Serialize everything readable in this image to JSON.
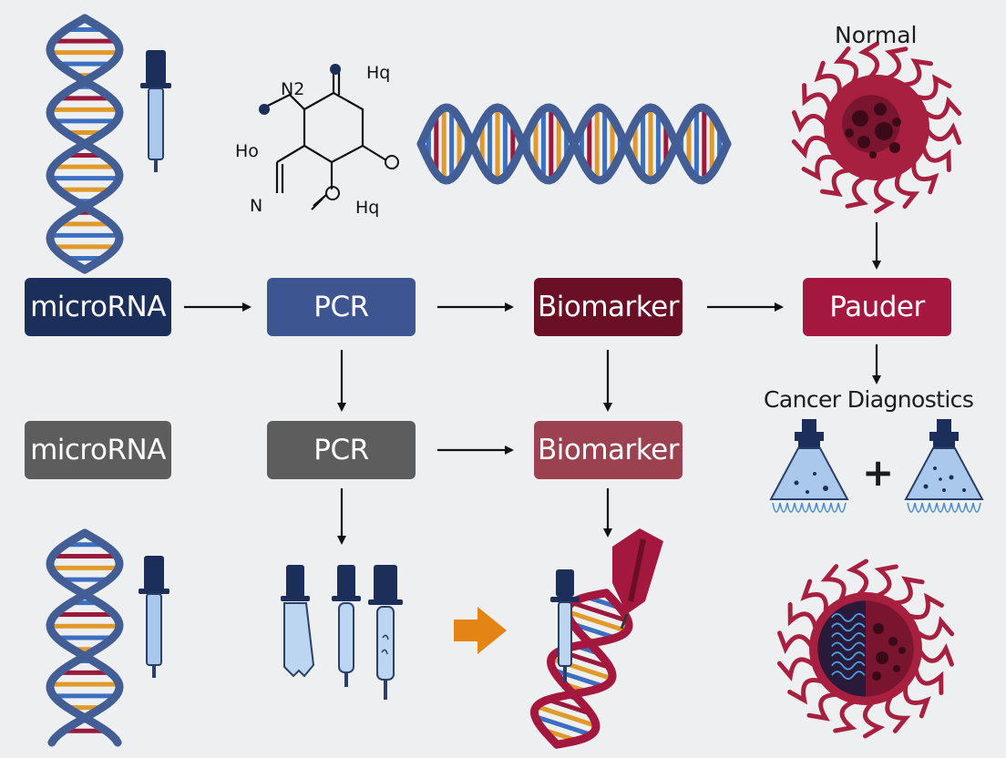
{
  "nodes": {
    "top_mirna": "microRNA",
    "top_pcr": "PCR",
    "top_biomarker": "Biomarker",
    "pauder": "Pauder",
    "mid_mirna": "microRNA",
    "mid_pcr": "PCR",
    "mid_biomarker": "Biomarker"
  },
  "labels": {
    "normal": "Normal",
    "cancer_diagnostics": "Cancer Diagnostics",
    "plus": "+"
  },
  "molecule": {
    "n2": "N2",
    "hq_top": "Hq",
    "ho": "Ho",
    "n": "N",
    "hq_bottom": "Hq"
  },
  "colors": {
    "navy": "#1c2f5b",
    "blue": "#3d5691",
    "maroon": "#6b0f26",
    "crimson": "#a4183f",
    "gray": "#5d5d5d",
    "rose": "#9c4150",
    "orange": "#e38414",
    "helix": "#435e95",
    "cell": "#a8203f"
  }
}
